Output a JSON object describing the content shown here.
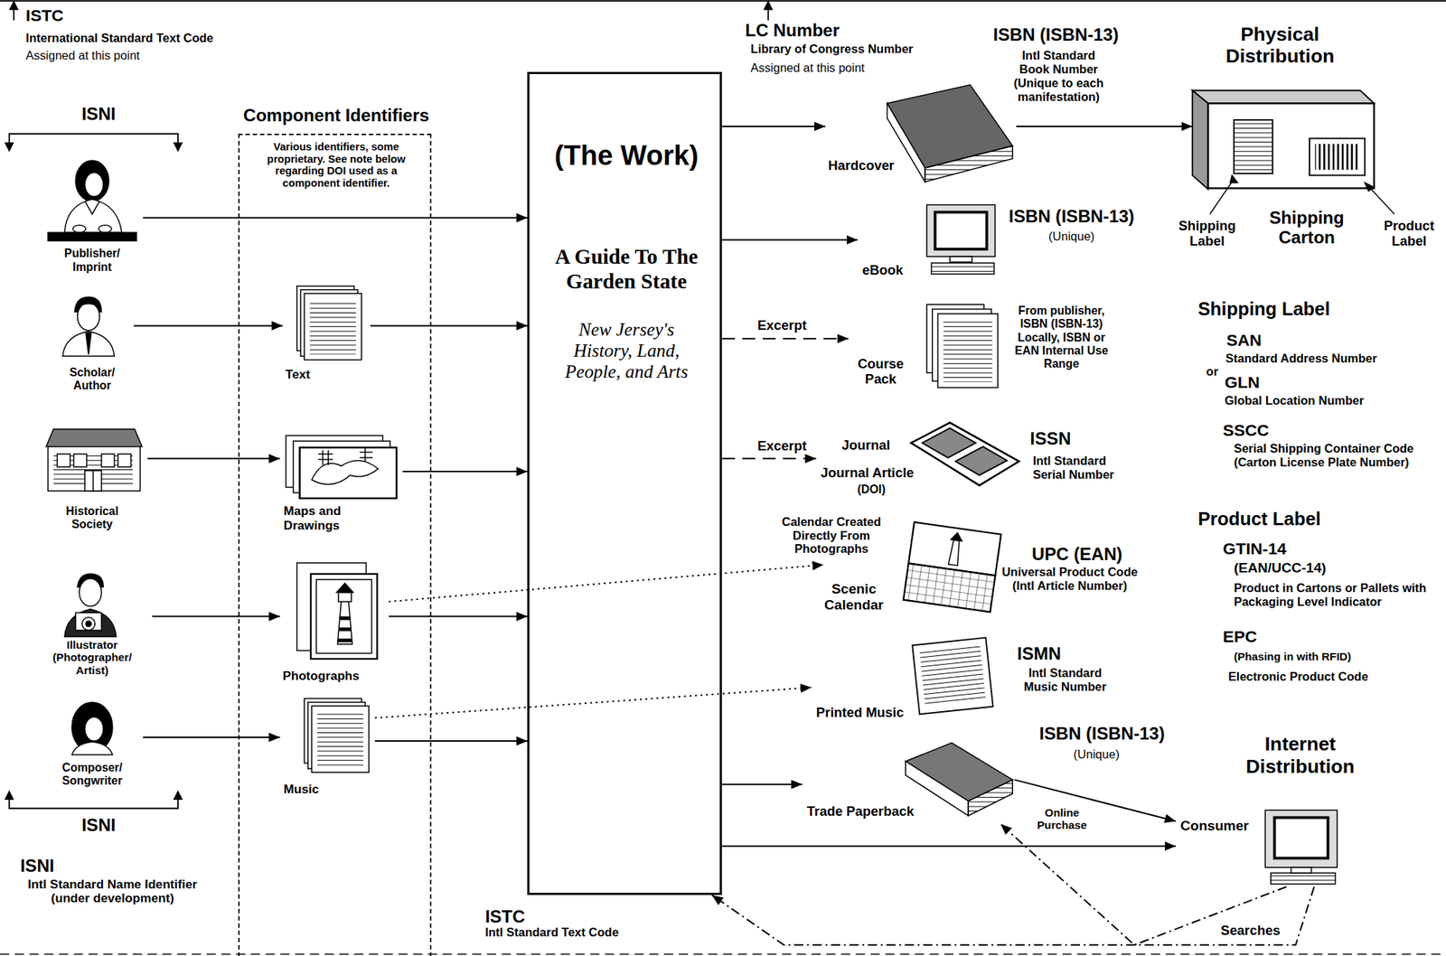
{
  "diagram": {
    "nodes": [
      {
        "text": [
          "Publisher/ Imprint"
        ]
      },
      {
        "text": [
          "Scholar/ Author"
        ]
      },
      {
        "text": [
          "Historical Society"
        ]
      },
      {
        "text": [
          "Illustrator (Photographer/ Artist)"
        ]
      },
      {
        "text": [
          "Composer/ Songwriter"
        ]
      },
      {
        "text": [
          "Component Identifiers",
          "Various identifiers, some proprietary. See note below regarding DOI used as a component identifier."
        ]
      },
      {
        "text": [
          "Text"
        ],
        "in": 5
      },
      {
        "text": [
          "Maps and Drawings"
        ],
        "in": 5
      },
      {
        "text": [
          "Photographs"
        ],
        "in": 5
      },
      {
        "text": [
          "Music"
        ],
        "in": 5
      },
      {
        "text": [
          "(The Work)",
          "A Guide To The Garden State",
          "New Jersey's History, Land, People, and Arts"
        ]
      },
      {
        "text": [
          "Hardcover"
        ]
      },
      {
        "text": [
          "eBook"
        ]
      },
      {
        "text": [
          "Course Pack"
        ]
      },
      {
        "text": [
          "Journal Article",
          "(DOI)"
        ]
      },
      {
        "text": [
          "Scenic Calendar"
        ]
      },
      {
        "text": [
          "Printed Music"
        ]
      },
      {
        "text": [
          "Trade Paperback"
        ]
      },
      {
        "text": [
          "Physical Distribution",
          "Shipping Carton"
        ]
      },
      {
        "text": [
          "Internet Distribution",
          "Consumer"
        ]
      }
    ],
    "edges": [
      {
        "from": 0,
        "to": 10,
        "arrow": "to"
      },
      {
        "from": 1,
        "to": 6,
        "arrow": "to"
      },
      {
        "from": 6,
        "to": 10,
        "arrow": "to"
      },
      {
        "from": 2,
        "to": 7,
        "arrow": "to"
      },
      {
        "from": 7,
        "to": 10,
        "arrow": "to"
      },
      {
        "from": 3,
        "to": 8,
        "arrow": "to"
      },
      {
        "from": 8,
        "to": 10,
        "arrow": "to"
      },
      {
        "from": 8,
        "to": 15,
        "arrow": "to",
        "label": "Calendar Created Directly From Photographs"
      },
      {
        "from": 4,
        "to": 9,
        "arrow": "to"
      },
      {
        "from": 9,
        "to": 10,
        "arrow": "to"
      },
      {
        "from": 9,
        "to": 16,
        "arrow": "to"
      },
      {
        "from": 10,
        "to": 11,
        "arrow": "to"
      },
      {
        "from": 11,
        "to": 18,
        "arrow": "to"
      },
      {
        "from": 10,
        "to": 12,
        "arrow": "to"
      },
      {
        "from": 10,
        "to": 13,
        "arrow": "to",
        "label": "Excerpt"
      },
      {
        "from": 10,
        "to": 14,
        "arrow": "to",
        "label": "Excerpt"
      },
      {
        "from": 10,
        "to": 17,
        "arrow": "to"
      },
      {
        "from": 17,
        "to": 19,
        "arrow": "to",
        "label": "Online Purchase"
      },
      {
        "from": 10,
        "to": 19,
        "arrow": "to"
      },
      {
        "from": 19,
        "to": 17,
        "arrow": "to"
      },
      {
        "from": 19,
        "to": 10,
        "arrow": "to"
      }
    ],
    "labels": [
      "ISTC",
      "International Standard Text Code",
      "Assigned at this point",
      "ISNI",
      "ISNI",
      "ISNI",
      "Intl Standard Name Identifier (under development)",
      "LC Number",
      "Library of Congress Number",
      "Assigned at this point",
      "ISBN (ISBN-13)",
      "Intl Standard Book Number (Unique to each manifestation)",
      "ISBN (ISBN-13)",
      "(Unique)",
      "From publisher, ISBN (ISBN-13) Locally, ISBN or EAN Internal Use Range",
      "Journal",
      "ISSN",
      "Intl Standard Serial Number",
      "UPC (EAN)",
      "Universal Product Code (Intl Article Number)",
      "ISMN",
      "Intl Standard Music Number",
      "ISBN (ISBN-13)",
      "(Unique)",
      "Shipping Label",
      "Product Label",
      "Shipping Label",
      "SAN",
      "Standard Address Number",
      "or",
      "GLN",
      "Global Location Number",
      "SSCC",
      "Serial Shipping Container Code (Carton License Plate Number)",
      "Product Label",
      "GTIN-14",
      "(EAN/UCC-14)",
      "Product in Cartons or Pallets with Packaging Level Indicator",
      "EPC",
      "(Phasing in with RFID)",
      "Electronic Product Code",
      "Searches",
      "ISTC",
      "Intl Standard Text Code"
    ]
  }
}
